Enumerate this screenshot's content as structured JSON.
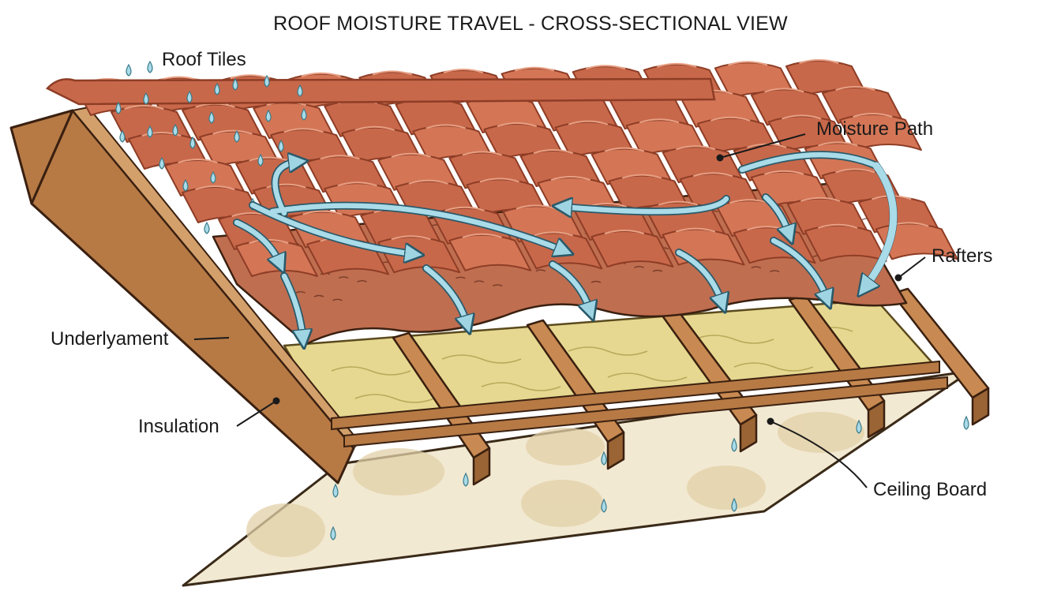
{
  "title": "ROOF MOISTURE TRAVEL - CROSS-SECTIONAL VIEW",
  "labels": {
    "roof_tiles": "Roof Tiles",
    "moisture_path": "Moisture Path",
    "rafters": "Rafters",
    "underlayment": "Underlyament",
    "insulation": "Insulation",
    "ceiling_board": "Ceiling Board"
  },
  "colors": {
    "tile": "#c8684a",
    "tile_dark": "#8e3d26",
    "underlayment": "#c06e50",
    "wood": "#b77a45",
    "insulation": "#e6d890",
    "ceiling": "#f2e9d2",
    "water": "#a9dbe8",
    "outline": "#3a2010"
  }
}
